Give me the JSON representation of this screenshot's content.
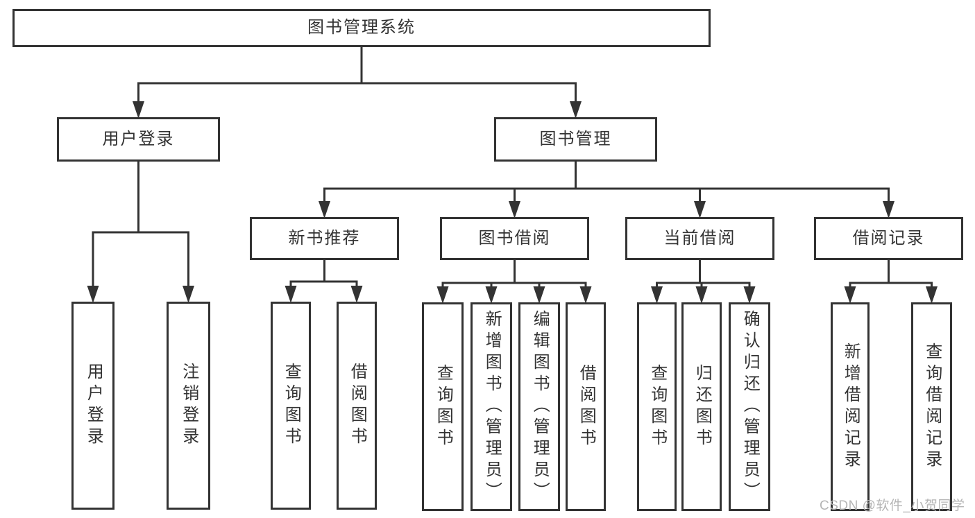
{
  "diagram": {
    "title": "图书管理系统",
    "root": {
      "id": "root",
      "label": "图书管理系统",
      "children": [
        {
          "id": "user-login",
          "label": "用户登录",
          "children": [
            {
              "id": "user-login-action",
              "label": "用户登录",
              "children": []
            },
            {
              "id": "logout-action",
              "label": "注销登录",
              "children": []
            }
          ]
        },
        {
          "id": "book-management",
          "label": "图书管理",
          "children": [
            {
              "id": "new-book-recommend",
              "label": "新书推荐",
              "children": [
                {
                  "id": "query-books-1",
                  "label": "查询图书",
                  "children": []
                },
                {
                  "id": "borrow-books-1",
                  "label": "借阅图书",
                  "children": []
                }
              ]
            },
            {
              "id": "book-borrowing",
              "label": "图书借阅",
              "children": [
                {
                  "id": "query-books-2",
                  "label": "查询图书",
                  "children": []
                },
                {
                  "id": "add-books-admin",
                  "label": "新增图书（管理员）",
                  "children": []
                },
                {
                  "id": "edit-books-admin",
                  "label": "编辑图书（管理员）",
                  "children": []
                },
                {
                  "id": "borrow-books-2",
                  "label": "借阅图书",
                  "children": []
                }
              ]
            },
            {
              "id": "current-borrowing",
              "label": "当前借阅",
              "children": [
                {
                  "id": "query-books-3",
                  "label": "查询图书",
                  "children": []
                },
                {
                  "id": "return-books",
                  "label": "归还图书",
                  "children": []
                },
                {
                  "id": "confirm-return-admin",
                  "label": "确认归还（管理员）",
                  "children": []
                }
              ]
            },
            {
              "id": "borrowing-records",
              "label": "借阅记录",
              "children": [
                {
                  "id": "add-borrowing-record",
                  "label": "新增借阅记录",
                  "children": []
                },
                {
                  "id": "query-borrowing-record",
                  "label": "查询借阅记录",
                  "children": []
                }
              ]
            }
          ]
        }
      ]
    },
    "watermark": "CSDN @软件_小贺同学",
    "colors": {
      "line": "#333333",
      "border": "#333333",
      "text": "#333333",
      "background": "#ffffff",
      "watermark": "#b5b5b5"
    }
  }
}
